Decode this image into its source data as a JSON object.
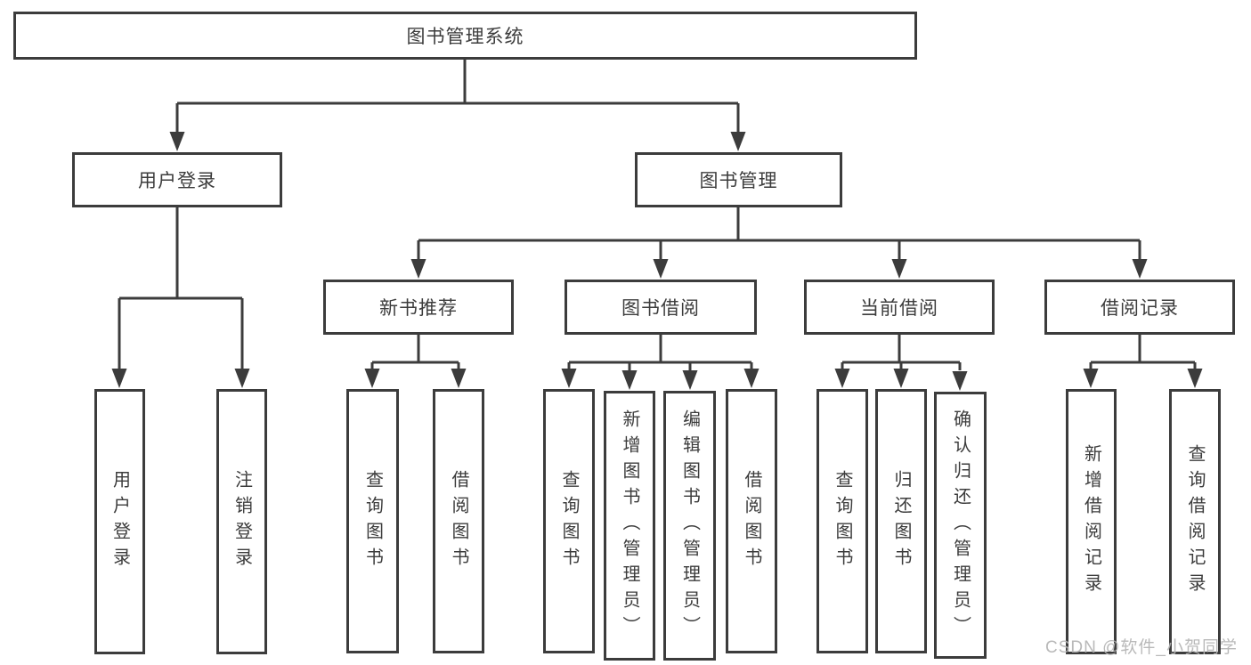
{
  "diagram": {
    "root": {
      "label": "图书管理系统"
    },
    "branches": [
      {
        "label": "用户登录",
        "children": [
          {
            "label": "用户登录"
          },
          {
            "label": "注销登录"
          }
        ]
      },
      {
        "label": "图书管理",
        "children": [
          {
            "label": "新书推荐",
            "children": [
              {
                "label": "查询图书"
              },
              {
                "label": "借阅图书"
              }
            ]
          },
          {
            "label": "图书借阅",
            "children": [
              {
                "label": "查询图书"
              },
              {
                "label": "新增图书（管理员）"
              },
              {
                "label": "编辑图书（管理员）"
              },
              {
                "label": "借阅图书"
              }
            ]
          },
          {
            "label": "当前借阅",
            "children": [
              {
                "label": "查询图书"
              },
              {
                "label": "归还图书"
              },
              {
                "label": "确认归还（管理员）"
              }
            ]
          },
          {
            "label": "借阅记录",
            "children": [
              {
                "label": "新增借阅记录"
              },
              {
                "label": "查询借阅记录"
              }
            ]
          }
        ]
      }
    ]
  },
  "watermark": {
    "text": "CSDN @软件_小贺同学"
  },
  "colors": {
    "line": "#3c3c3c",
    "text": "#3c3c3c",
    "box_bg": "#ffffff",
    "watermark": "#b4b4b4"
  }
}
